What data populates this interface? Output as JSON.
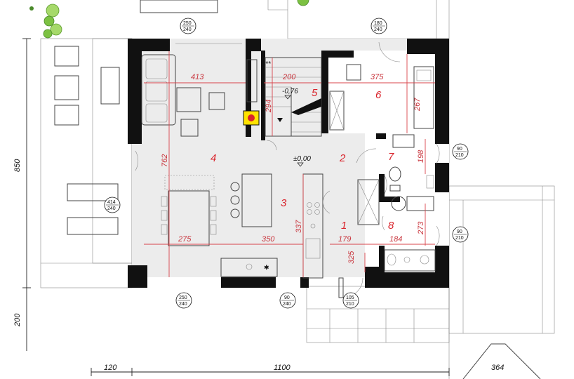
{
  "rooms": [
    {
      "id": "1",
      "label": "1"
    },
    {
      "id": "2",
      "label": "2"
    },
    {
      "id": "3",
      "label": "3"
    },
    {
      "id": "4",
      "label": "4"
    },
    {
      "id": "5",
      "label": "5"
    },
    {
      "id": "6",
      "label": "6"
    },
    {
      "id": "7",
      "label": "7"
    },
    {
      "id": "8",
      "label": "8"
    }
  ],
  "interior_dimensions": [
    "413",
    "200",
    "375",
    "294",
    "267",
    "762",
    "198",
    "275",
    "350",
    "337",
    "179",
    "184",
    "273",
    "325"
  ],
  "levels": {
    "ground": "±0,00",
    "stair_landing": "-0,76",
    "stair_marker": "**"
  },
  "opening_tags": [
    {
      "w": "250",
      "h": "240"
    },
    {
      "w": "180",
      "h": "240"
    },
    {
      "w": "90",
      "h": "210"
    },
    {
      "w": "414",
      "h": "240"
    },
    {
      "w": "90",
      "h": "210"
    },
    {
      "w": "250",
      "h": "240"
    },
    {
      "w": "90",
      "h": "240"
    },
    {
      "w": "105",
      "h": "210"
    }
  ],
  "exterior_dimensions": {
    "left_height": "850",
    "left_lower": "200",
    "bottom_left": "120",
    "bottom_main": "1100",
    "bottom_right": "364"
  },
  "colors": {
    "wall": "#111111",
    "floor": "#ececec",
    "annotation_red": "#d9232b",
    "plant_green": "#7cc142",
    "fireplace_yellow": "#ffe200"
  }
}
